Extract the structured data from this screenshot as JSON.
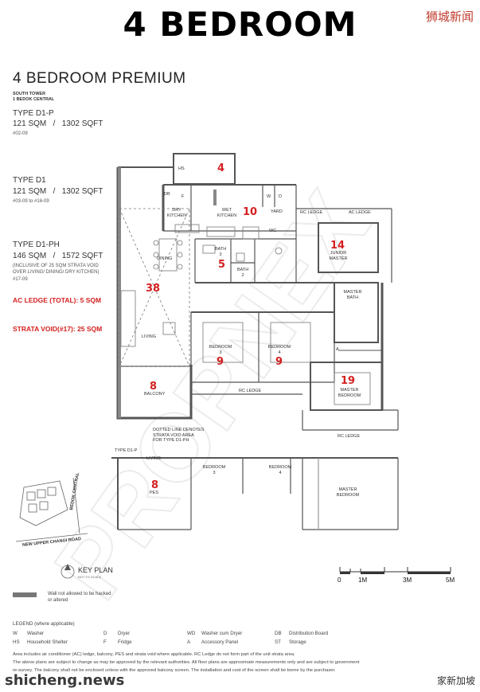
{
  "header": {
    "title": "4 BEDROOM",
    "logo_text": "狮城新闻",
    "subtitle": "4 BEDROOM PREMIUM",
    "tower": "SOUTH TOWER",
    "address": "1 BEDOK CENTRAL"
  },
  "types": [
    {
      "name": "TYPE D1-P",
      "area": "121 SQM   /   1302 SQFT",
      "units": "#02-09"
    },
    {
      "name": "TYPE D1",
      "area": "121 SQM   /   1302 SQFT",
      "units": "#03-09 to #16-09"
    },
    {
      "name": "TYPE D1-PH",
      "area": "146 SQM   /   1572 SQFT",
      "units": "(INCLUSIVE OF 25 SQM STRATA VOID",
      "units2": "OVER LIVING/ DINING/ DRY KITCHEN)",
      "units3": "#17-09"
    }
  ],
  "notes": {
    "ac_ledge": "AC LEDGE (TOTAL): 5 SQM",
    "strata_void": "STRATA VOID(#17): 25 SQM",
    "dotted_line": "DOTTED LINE DENOTES",
    "dotted_line2": "STRATA VOID AREA",
    "dotted_line3": "FOR TYPE D1-PH"
  },
  "rooms": {
    "hs": "HS",
    "hs_num": "4",
    "db": "DB",
    "f": "F",
    "w": "W",
    "d": "D",
    "dry_kitchen": "DRY",
    "dry_kitchen2": "KITCHEN",
    "wet_kitchen": "WET",
    "wet_kitchen2": "KITCHEN",
    "wet_num": "10",
    "yard": "YARD",
    "wc": "WC",
    "rc_ledge": "RC LEDGE",
    "ac_ledge": "AC LEDGE",
    "bath3": "BATH",
    "bath3n": "3",
    "bath3_num": "5",
    "bath2": "BATH",
    "bath2n": "2",
    "dining": "DINING",
    "living": "LIVING",
    "living_num": "38",
    "junior": "JUNIOR",
    "junior2": "MASTER",
    "junior_num": "14",
    "master_bath": "MASTER",
    "master_bath2": "BATH",
    "bed3": "BEDROOM",
    "bed3n": "3",
    "bed3_num": "9",
    "bed4": "BEDROOM",
    "bed4n": "4",
    "bed4_num": "9",
    "master_bed": "MASTER",
    "master_bed2": "BEDROOM",
    "master_num": "19",
    "balcony": "BALCONY",
    "balcony_num": "8",
    "a": "A"
  },
  "pes_plan": {
    "type": "TYPE D1-P",
    "living": "LIVING",
    "bed3": "BEDROOM",
    "bed3n": "3",
    "bed4": "BEDROOM",
    "bed4n": "4",
    "pes": "PES",
    "pes_num": "8",
    "master": "MASTER",
    "master2": "BEDROOM"
  },
  "key_plan": {
    "road1": "BEDOK CENTRAL",
    "road2": "NEW UPPER CHANGI ROAD",
    "title": "KEY PLAN",
    "subtitle": "NOT TO SCALE"
  },
  "scale": {
    "labels": [
      "0",
      "1M",
      "3M",
      "5M"
    ]
  },
  "hacked_note": {
    "line1": "Wall not allowed to be hacked",
    "line2": "or altered"
  },
  "legend": {
    "title": "LEGEND (where applicable)",
    "items": [
      [
        "W",
        "Washer"
      ],
      [
        "D",
        "Dryer"
      ],
      [
        "WD",
        "Washer cum Dryer"
      ],
      [
        "DB",
        "Distribution Board"
      ],
      [
        "HS",
        "Household Shelter"
      ],
      [
        "F",
        "Fridge"
      ],
      [
        "A",
        "Accessory Panel"
      ],
      [
        "ST",
        "Storage"
      ]
    ],
    "disclaimer1": "Area includes air conditioner (AC) ledge, balcony, PES and strata void where applicable.  RC Ledge do not form part of the unit strata area.",
    "disclaimer2": "The above plans are subject to change as may be approved by the relevant authorities. All floor plans are approximate measurements only and are subject to government",
    "disclaimer3": "re-survey. The balcony shall not be enclosed unless with the approved balcony screen. The installation and cost of the screen shall be borne by the purchaser."
  },
  "watermarks": {
    "site": "shicheng.news",
    "brand": "家新加坡"
  }
}
